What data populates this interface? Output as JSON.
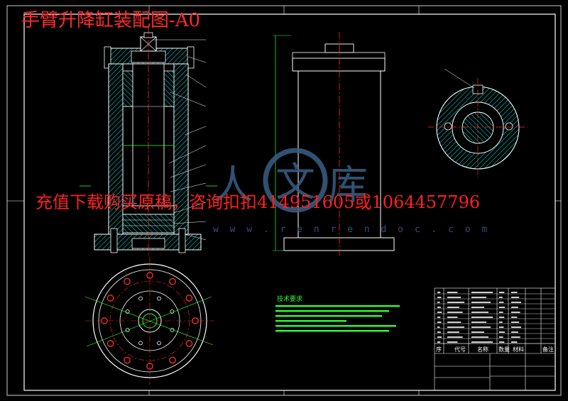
{
  "title": "手臂升降缸装配图-A0",
  "promo": "充值下载购买原稿，咨询扣扣414951605或1064457796",
  "watermark": {
    "logo_chars": [
      "人",
      "文",
      "库"
    ],
    "url": "w w w . r e n r e n d o c . c o m"
  },
  "technical_requirements": {
    "heading": "技术要求"
  },
  "title_block": {
    "header_labels": [
      "序",
      "代号",
      "名称",
      "数量",
      "材料",
      "备注"
    ]
  },
  "colors": {
    "background": "#000000",
    "outline": "#ffffff",
    "hatch": "#00b4b4",
    "centerline": "#ff2a2a",
    "dimension": "#2cff2c",
    "title": "#ff2a2a",
    "watermark": "#3a5f86"
  }
}
